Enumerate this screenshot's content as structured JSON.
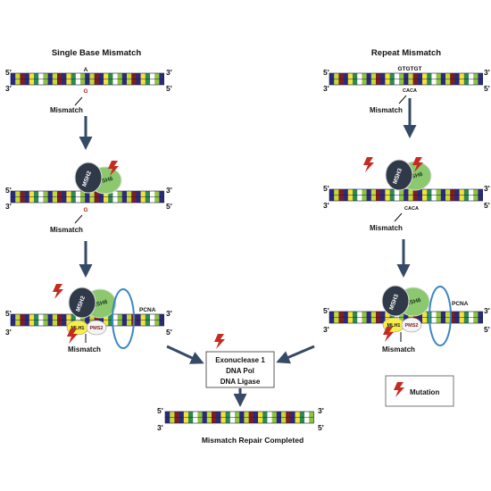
{
  "titles": {
    "single": "Single Base Mismatch",
    "repeat": "Repeat Mismatch"
  },
  "strand_ends": {
    "five": "5'",
    "three": "3'"
  },
  "bases": {
    "single_top": "A",
    "single_bottom": "G",
    "repeat_top": "GTGTGT",
    "repeat_bottom": "CACA"
  },
  "labels": {
    "mismatch": "Mismatch",
    "pcna": "PCNA",
    "completed": "Mismatch Repair Completed"
  },
  "proteins": {
    "msh2": "MSH2",
    "msh3": "MSH3",
    "msh6": "MSH6",
    "mlh1": "MLH1",
    "pms2": "PMS2"
  },
  "repair_box": [
    "Exonuclease 1",
    "DNA Pol",
    "DNA Ligase"
  ],
  "legend": {
    "label": "Mutation"
  },
  "colors": {
    "stripe_pattern": [
      "#2b2a7c",
      "#c5d93b",
      "#7d1f22",
      "#2b2a7c",
      "#f3e23a",
      "#2e8a4f",
      "#ffffff",
      "#8fc33f"
    ],
    "msh_dark": "#2f3947",
    "msh_green": "#8cc86e",
    "mlh1_yellow": "#f7ee4a",
    "pms2_white": "#f4f4f4",
    "pcna_blue": "#3b86c4",
    "arrow": "#364a66",
    "bolt": "#c42b22",
    "mismatch_base": "#b3261e"
  }
}
